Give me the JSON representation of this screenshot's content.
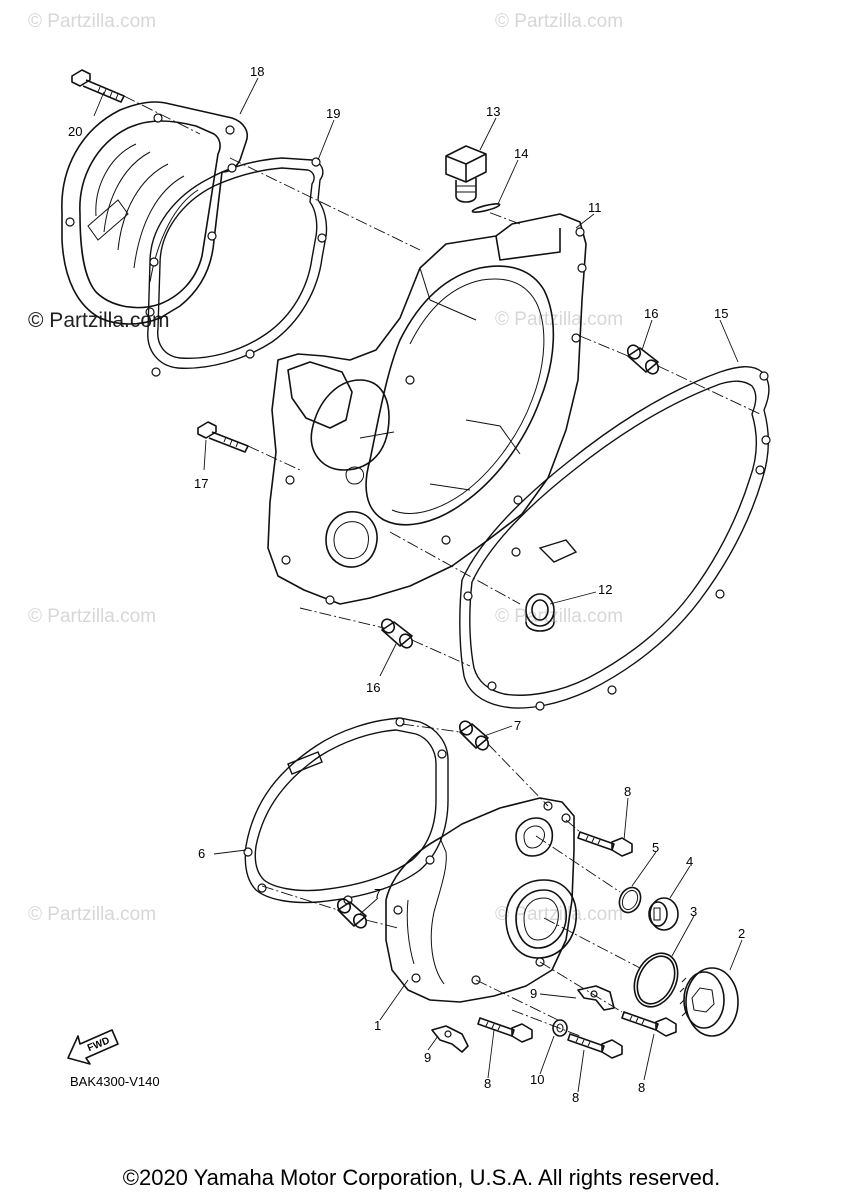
{
  "watermarks": {
    "light_1": "© Partzilla.com",
    "light_2": "© Partzilla.com",
    "light_3": "© Partzilla.com",
    "light_4": "© Partzilla.com",
    "light_5": "© Partzilla.com",
    "light_6": "© Partzilla.com",
    "light_7": "© Partzilla.com",
    "dark": "© Partzilla.com"
  },
  "callouts": {
    "c1": "1",
    "c2": "2",
    "c3": "3",
    "c4": "4",
    "c5": "5",
    "c6": "6",
    "c7a": "7",
    "c7b": "7",
    "c8a": "8",
    "c8b": "8",
    "c8c": "8",
    "c8d": "8",
    "c9a": "9",
    "c9b": "9",
    "c10": "10",
    "c11": "11",
    "c12": "12",
    "c13": "13",
    "c14": "14",
    "c15": "15",
    "c16a": "16",
    "c16b": "16",
    "c17": "17",
    "c18": "18",
    "c19": "19",
    "c20": "20"
  },
  "fwd_label": "FWD",
  "diagram_code": "BAK4300-V140",
  "copyright": "©2020 Yamaha Motor Corporation, U.S.A. All rights reserved."
}
